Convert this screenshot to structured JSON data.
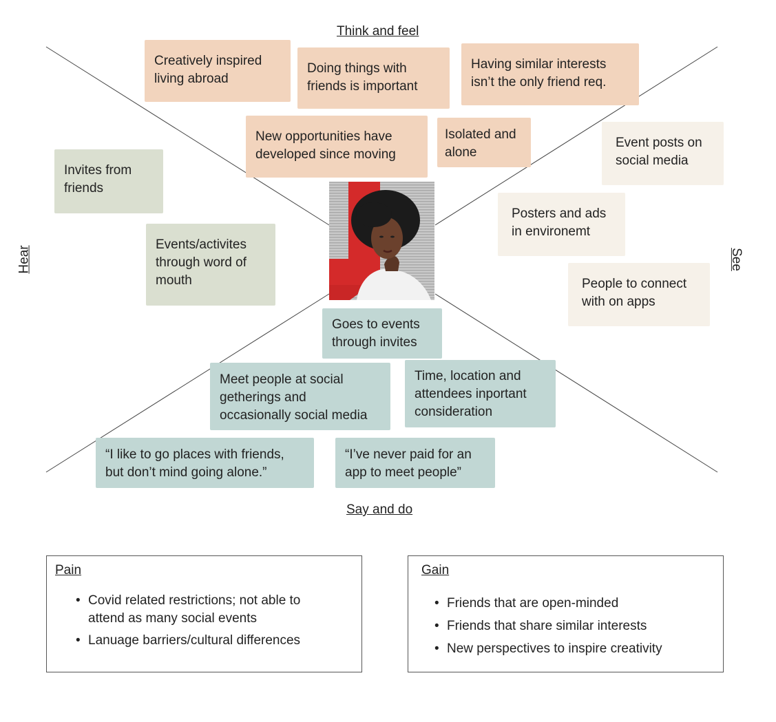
{
  "quadrant_labels": {
    "top": "Think and feel",
    "bottom": "Say and do",
    "left": "Hear",
    "right": "See"
  },
  "think_and_feel": [
    "Creatively inspired\nliving abroad",
    "Doing things with\nfriends is important",
    "Having similar interests\nisn’t the only friend req.",
    "New opportunities have\ndeveloped since moving",
    "Isolated and\nalone"
  ],
  "hear": [
    "Invites from\nfriends",
    "Events/activites\nthrough word of\nmouth"
  ],
  "see": [
    "Event posts on\nsocial media",
    "Posters and ads\nin environemt",
    "People to connect\nwith on apps"
  ],
  "say_and_do": [
    "Goes to events\nthrough invites",
    "Meet people at social\ngetherings and\noccasionally social media",
    "Time, location and\nattendees inportant\nconsideration",
    "“I like to go places with friends,\nbut  don’t mind going alone.”",
    "“I’ve never paid for an\napp to meet people”"
  ],
  "pain": {
    "title": "Pain",
    "items": [
      "Covid related restrictions; not able to\nattend as many social events",
      "Lanuage barriers/cultural differences"
    ]
  },
  "gain": {
    "title": "Gain",
    "items": [
      "Friends that are open-minded",
      "Friends that share similar interests",
      "New perspectives to inspire creativity"
    ]
  },
  "colors": {
    "think": "#f2d4bd",
    "hear": "#dadfd0",
    "see": "#f6f1e9",
    "say": "#c1d7d4"
  }
}
